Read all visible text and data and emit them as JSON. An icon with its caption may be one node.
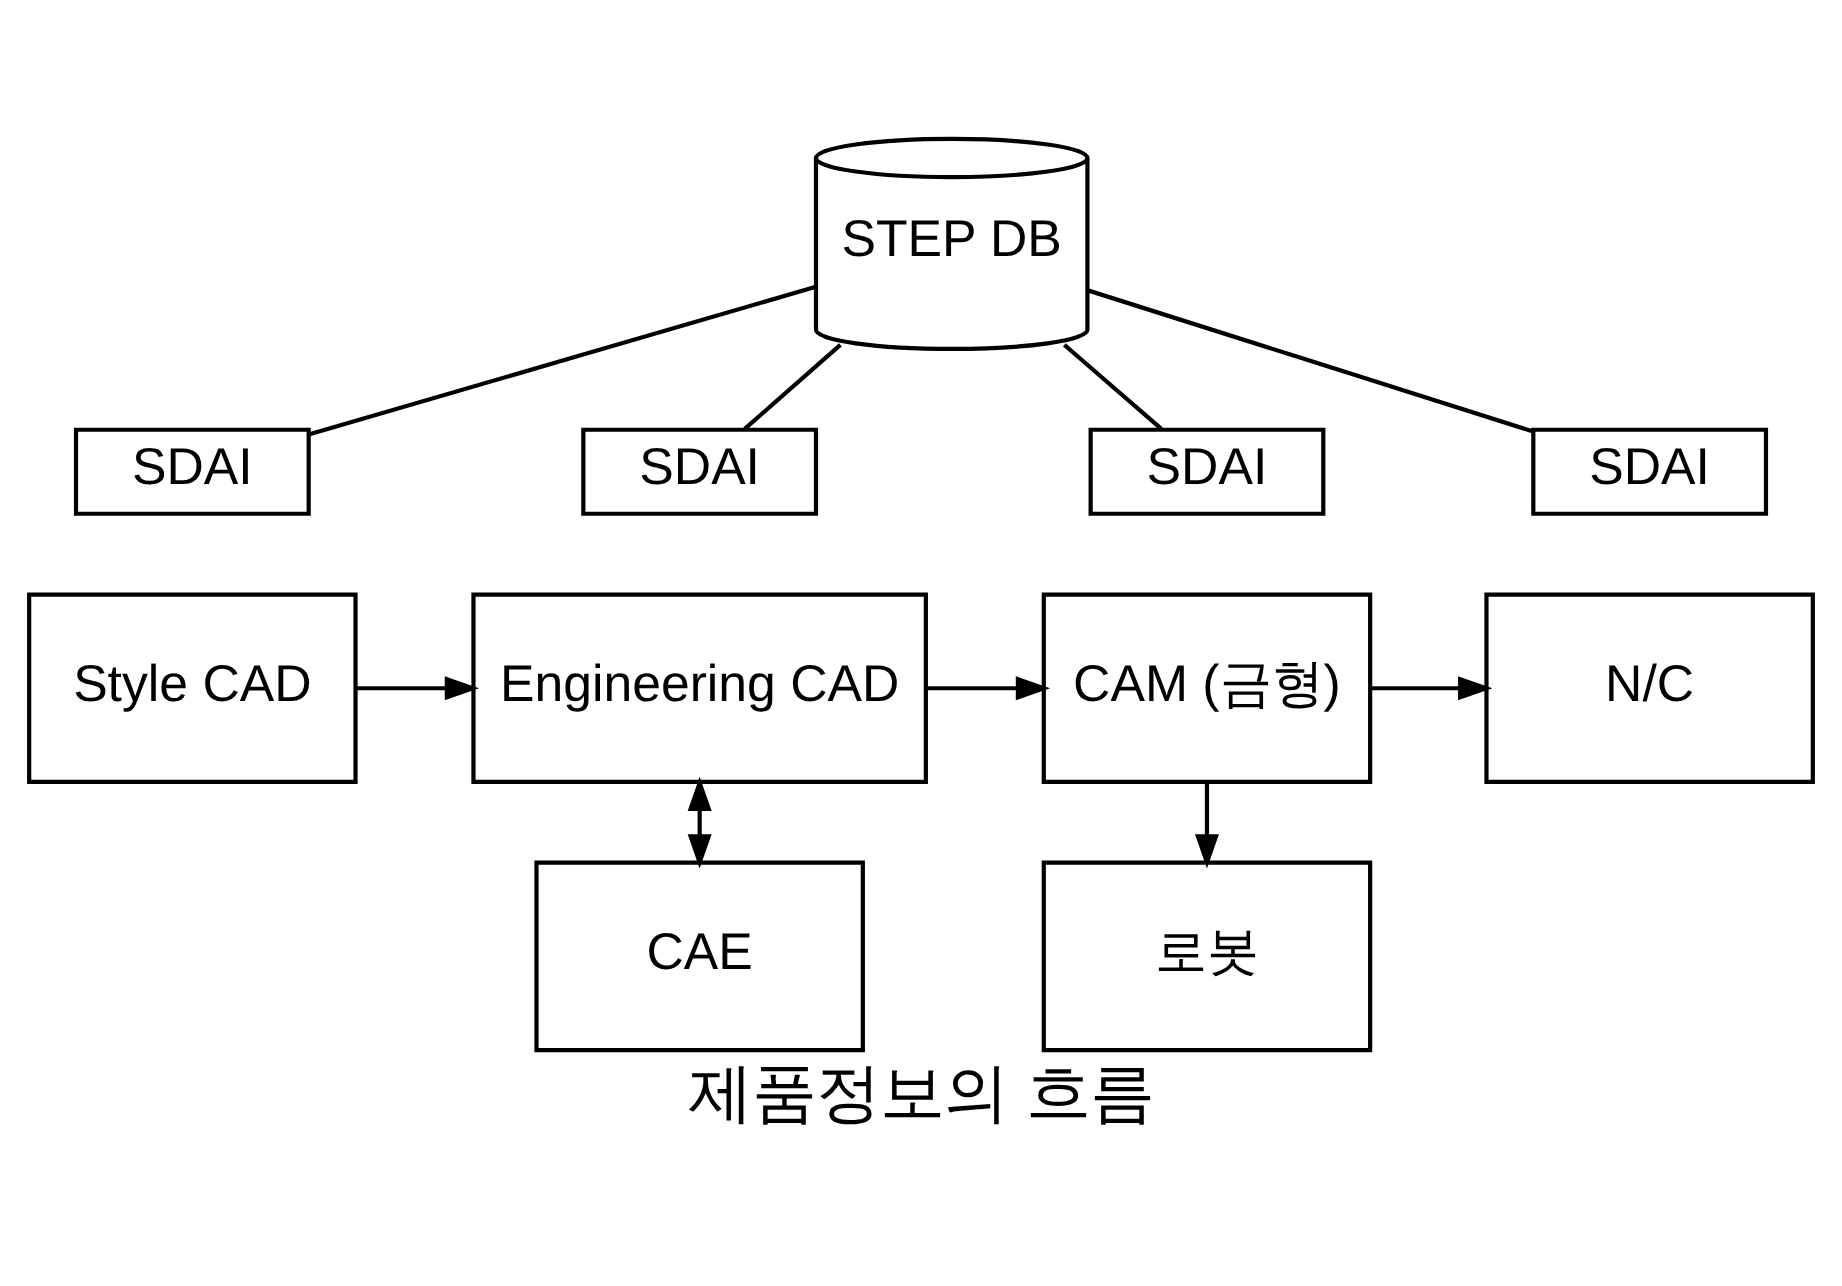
{
  "diagram": {
    "caption": "제품정보의 흐름",
    "nodes": [
      {
        "text": [
          "STEP DB"
        ]
      },
      {
        "text": [
          "SDAI"
        ]
      },
      {
        "text": [
          "Style CAD"
        ]
      },
      {
        "text": [
          "SDAI"
        ]
      },
      {
        "text": [
          "Engineering CAD"
        ]
      },
      {
        "text": [
          "SDAI"
        ]
      },
      {
        "text": [
          "CAM (금형)"
        ]
      },
      {
        "text": [
          "SDAI"
        ]
      },
      {
        "text": [
          "N/C"
        ]
      },
      {
        "text": [
          "로봇"
        ]
      },
      {
        "text": [
          "CAE"
        ]
      }
    ],
    "edges": [
      {
        "from": 0,
        "to": 1,
        "arrow": "none"
      },
      {
        "from": 0,
        "to": 3,
        "arrow": "none"
      },
      {
        "from": 0,
        "to": 5,
        "arrow": "none"
      },
      {
        "from": 0,
        "to": 7,
        "arrow": "none"
      },
      {
        "from": 2,
        "to": 4,
        "arrow": "to"
      },
      {
        "from": 4,
        "to": 6,
        "arrow": "to"
      },
      {
        "from": 6,
        "to": 8,
        "arrow": "to"
      },
      {
        "from": 6,
        "to": 9,
        "arrow": "to"
      },
      {
        "from": 4,
        "to": 10,
        "arrow": "both"
      }
    ]
  }
}
